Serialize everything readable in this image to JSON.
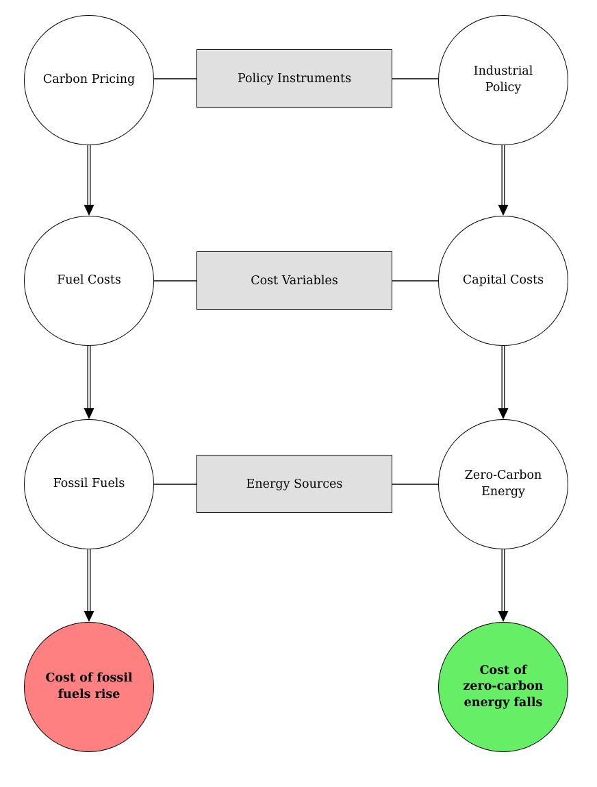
{
  "nodes": {
    "carbon_pricing": {
      "label": "Carbon Pricing"
    },
    "industrial_policy": {
      "label": "Industrial\nPolicy"
    },
    "fuel_costs": {
      "label": "Fuel Costs"
    },
    "capital_costs": {
      "label": "Capital Costs"
    },
    "fossil_fuels": {
      "label": "Fossil Fuels"
    },
    "zero_carbon_energy": {
      "label": "Zero-Carbon\nEnergy"
    },
    "fossil_outcome": {
      "label": "Cost of fossil\nfuels rise"
    },
    "zero_carbon_outcome": {
      "label": "Cost of\nzero-carbon\nenergy falls"
    }
  },
  "groups": {
    "policy_instruments": {
      "label": "Policy Instruments"
    },
    "cost_variables": {
      "label": "Cost Variables"
    },
    "energy_sources": {
      "label": "Energy Sources"
    }
  },
  "colors": {
    "negative_outcome_fill": "#ff8080",
    "positive_outcome_fill": "#66ee66",
    "group_box_fill": "#e0e0e0",
    "node_fill": "#ffffff",
    "stroke": "#000000",
    "background": "#ffffff"
  }
}
